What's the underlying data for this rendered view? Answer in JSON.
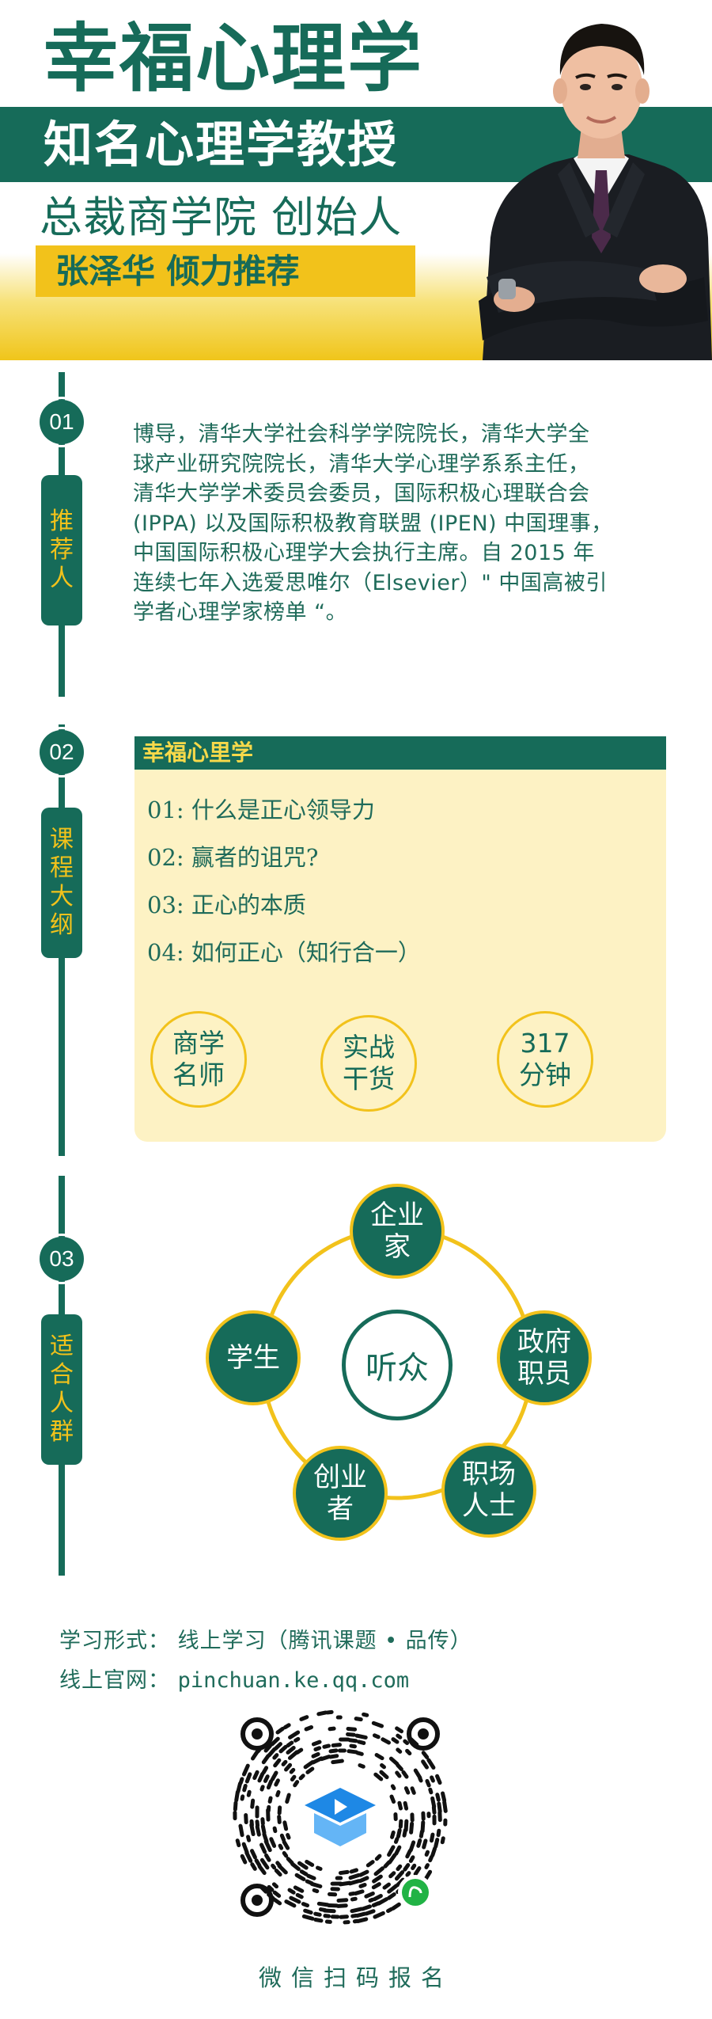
{
  "header": {
    "title": "幸福心理学",
    "band_title": "知名心理学教授",
    "subtitle": "总裁商学院  创始人",
    "recommender": "张泽华  倾力推荐"
  },
  "sections": {
    "s1": {
      "number": "01",
      "tag": "推荐人",
      "lines": [
        "博导，清华大学社会科学学院院长，清华大学全",
        "球产业研究院院长，清华大学心理学系系主任，",
        "清华大学学术委员会委员，国际积极心理联合会",
        "(IPPA) 以及国际积极教育联盟 (IPEN) 中国理事，",
        "中国国际积极心理学大会执行主席。自 2015 年",
        "连续七年入选爱思唯尔（Elsevier）\" 中国高被引",
        "学者心理学家榜单 “。"
      ]
    },
    "s2": {
      "number": "02",
      "tag": "课程大纲",
      "course_title": "幸福心里学",
      "items": [
        "01: 什么是正心领导力",
        "02: 赢者的诅咒?",
        "03: 正心的本质",
        "04: 如何正心（知行合一）"
      ],
      "badges": [
        "商学名师",
        "实战干货",
        "317 分钟"
      ]
    },
    "s3": {
      "number": "03",
      "tag": "适合人群",
      "center": "听众",
      "nodes": [
        "企业家",
        "政府职员",
        "职场人士",
        "创业者",
        "学生"
      ]
    }
  },
  "footer": {
    "mode_label": "学习形式：",
    "mode_value": "线上学习（腾讯课题 • 品传）",
    "site_label": "线上官网：",
    "site_value": "pinchuan.ke.qq.com",
    "scan_text": "微信扫码报名"
  },
  "colors": {
    "primary_green": "#166b59",
    "accent_gold": "#f2c21b",
    "cream": "#fdf2c4"
  }
}
